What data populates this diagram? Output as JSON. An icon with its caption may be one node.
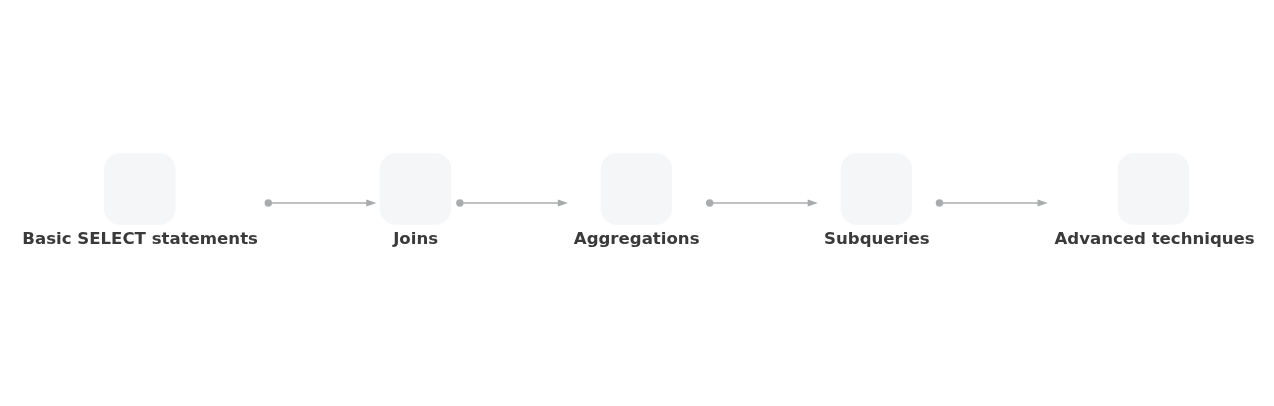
{
  "diagram": {
    "nodes": [
      {
        "text": [
          "Basic SELECT statements"
        ]
      },
      {
        "text": [
          "Joins"
        ]
      },
      {
        "text": [
          "Aggregations"
        ]
      },
      {
        "text": [
          "Subqueries"
        ]
      },
      {
        "text": [
          "Advanced techniques"
        ]
      }
    ],
    "edges": [
      {
        "from": 0,
        "to": 1,
        "arrow": "to"
      },
      {
        "from": 1,
        "to": 2,
        "arrow": "to"
      },
      {
        "from": 2,
        "to": 3,
        "arrow": "to"
      },
      {
        "from": 3,
        "to": 4,
        "arrow": "to"
      }
    ]
  }
}
